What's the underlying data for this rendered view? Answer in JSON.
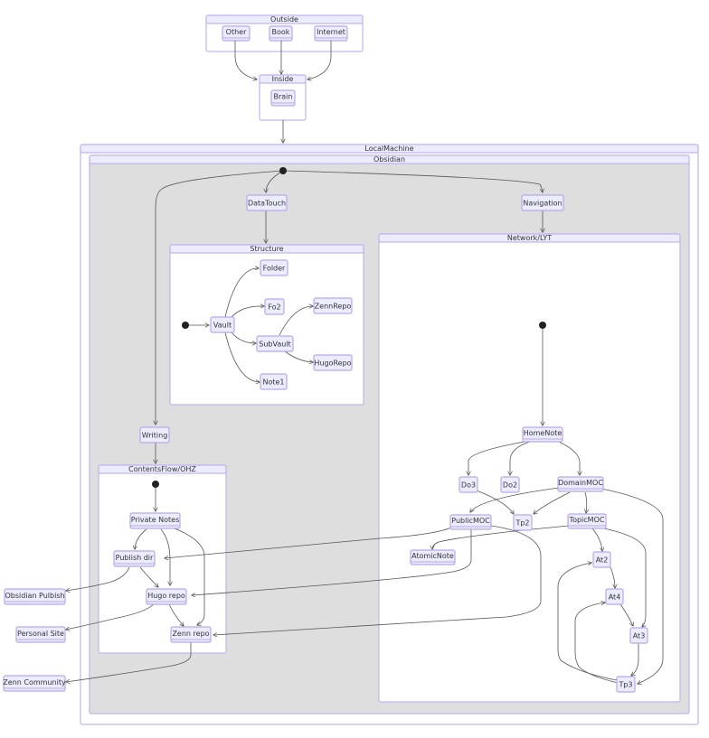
{
  "colors": {
    "node_fill": "#ececff",
    "node_stroke": "#b7a8ec",
    "cluster_header": "#ececff",
    "cluster_gray": "#dedede",
    "edge": "#555555",
    "start_state": "#222222"
  },
  "clusters": {
    "outside": "Outside",
    "inside": "Inside",
    "localmachine": "LocalMachine",
    "obsidian": "Obsidian",
    "structure": "Structure",
    "network": "Network/LYT",
    "contentsflow": "ContentsFlow/OHZ"
  },
  "nodes": {
    "other": "Other",
    "book": "Book",
    "internet": "Internet",
    "brain": "Brain",
    "datatouch": "DataTouch",
    "navigation": "Navigation",
    "writing": "Writing",
    "vault": "Vault",
    "folder": "Folder",
    "fo2": "Fo2",
    "subvault": "SubVault",
    "zennrepo_s": "ZennRepo",
    "hugorepo_s": "HugoRepo",
    "note1": "Note1",
    "homenote": "HomeNote",
    "do3": "Do3",
    "do2": "Do2",
    "domainmoc": "DomainMOC",
    "publicmoc": "PublicMOC",
    "tp2": "Tp2",
    "topicmoc": "TopicMOC",
    "atomicnote": "AtomicNote",
    "at2": "At2",
    "at4": "At4",
    "at3": "At3",
    "tp3": "Tp3",
    "privatenotes": "Private Notes",
    "publishdir": "Publish dir",
    "hugorepo": "Hugo repo",
    "zennrepo": "Zenn repo",
    "obsidianpublish": "Obsidian Pulbish",
    "personalsite": "Personal Site",
    "zenncommunity": "Zenn Community"
  },
  "edges": [
    [
      "other",
      "brain"
    ],
    [
      "book",
      "brain"
    ],
    [
      "internet",
      "brain"
    ],
    [
      "inside",
      "localmachine"
    ],
    [
      "obsidian-start",
      "datatouch"
    ],
    [
      "obsidian-start",
      "navigation"
    ],
    [
      "obsidian-start",
      "writing"
    ],
    [
      "datatouch",
      "structure"
    ],
    [
      "navigation",
      "network"
    ],
    [
      "writing",
      "contentsflow"
    ],
    [
      "structure-start",
      "vault"
    ],
    [
      "vault",
      "folder"
    ],
    [
      "vault",
      "fo2"
    ],
    [
      "vault",
      "subvault"
    ],
    [
      "vault",
      "note1"
    ],
    [
      "subvault",
      "zennrepo_s"
    ],
    [
      "subvault",
      "hugorepo_s"
    ],
    [
      "network-start",
      "homenote"
    ],
    [
      "homenote",
      "do3"
    ],
    [
      "homenote",
      "do2"
    ],
    [
      "homenote",
      "domainmoc"
    ],
    [
      "do3",
      "tp2"
    ],
    [
      "domainmoc",
      "publicmoc"
    ],
    [
      "domainmoc",
      "tp2"
    ],
    [
      "domainmoc",
      "topicmoc"
    ],
    [
      "domainmoc",
      "tp3"
    ],
    [
      "topicmoc",
      "atomicnote"
    ],
    [
      "topicmoc",
      "at2"
    ],
    [
      "topicmoc",
      "at3"
    ],
    [
      "at2",
      "at4"
    ],
    [
      "at4",
      "at3"
    ],
    [
      "at3",
      "tp3"
    ],
    [
      "tp3",
      "at2"
    ],
    [
      "tp3",
      "at4"
    ],
    [
      "publicmoc",
      "publishdir"
    ],
    [
      "publicmoc",
      "hugorepo"
    ],
    [
      "publicmoc",
      "zennrepo"
    ],
    [
      "contents-start",
      "privatenotes"
    ],
    [
      "privatenotes",
      "publishdir"
    ],
    [
      "privatenotes",
      "hugorepo"
    ],
    [
      "privatenotes",
      "zennrepo"
    ],
    [
      "publishdir",
      "hugorepo"
    ],
    [
      "hugorepo",
      "zennrepo"
    ],
    [
      "publishdir",
      "obsidianpublish"
    ],
    [
      "hugorepo",
      "personalsite"
    ],
    [
      "zennrepo",
      "zenncommunity"
    ]
  ]
}
